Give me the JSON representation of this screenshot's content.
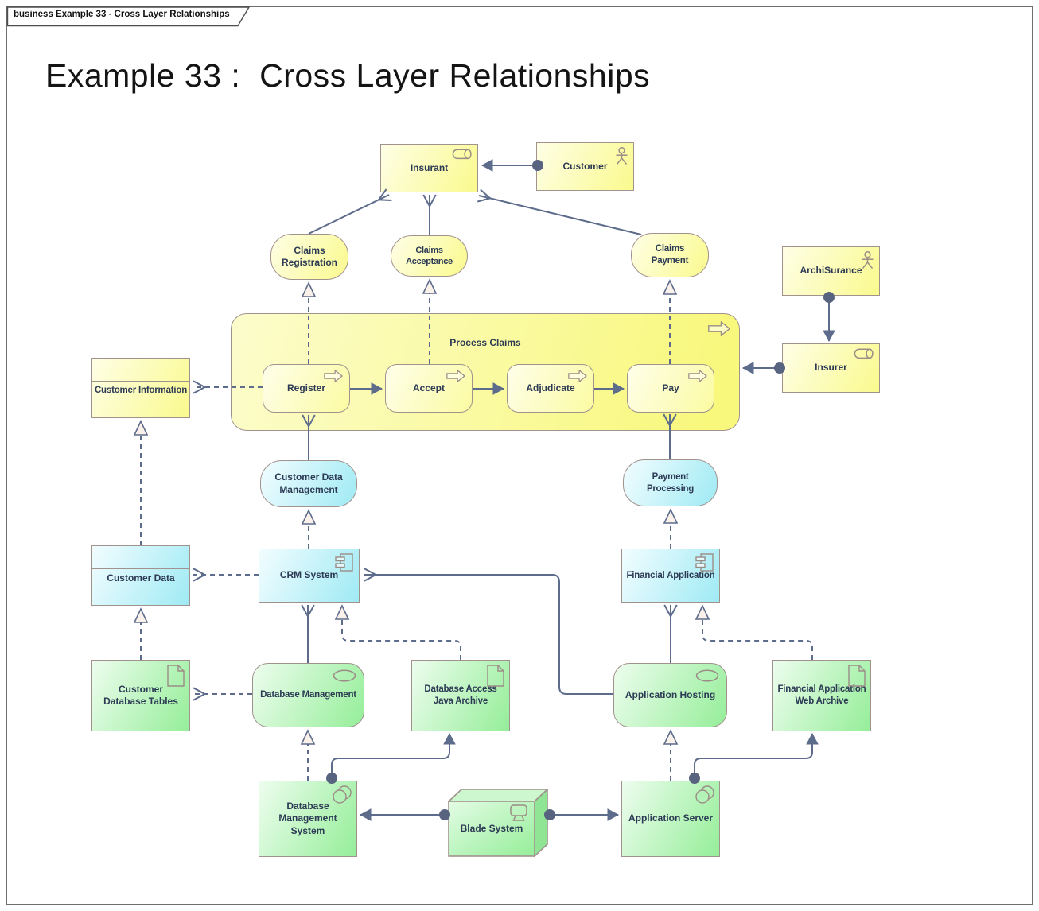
{
  "tab": {
    "label": "business Example 33 - Cross Layer Relationships"
  },
  "title": "Example 33 :  Cross Layer Relationships",
  "colors": {
    "business_fill": "#FAFA8E",
    "application_fill": "#9FEAF4",
    "technology_fill": "#95EE99",
    "node_border": "#A2928E",
    "connector": "#5E6C8C",
    "label_text": "#2C3A54",
    "realization_arrow_fill": "#FAF1EA"
  },
  "nodes": {
    "insurant": {
      "label": "Insurant",
      "type": "business-role"
    },
    "customer": {
      "label": "Customer",
      "type": "business-actor"
    },
    "claims_registration": {
      "label": "Claims Registration",
      "type": "business-service"
    },
    "claims_acceptance": {
      "label": "Claims Acceptance",
      "type": "business-service"
    },
    "claims_payment": {
      "label": "Claims Payment",
      "type": "business-service"
    },
    "archisurance": {
      "label": "ArchiSurance",
      "type": "business-actor"
    },
    "insurer": {
      "label": "Insurer",
      "type": "business-role"
    },
    "process_claims": {
      "label": "Process Claims",
      "type": "business-process"
    },
    "register": {
      "label": "Register",
      "type": "business-process"
    },
    "accept": {
      "label": "Accept",
      "type": "business-process"
    },
    "adjudicate": {
      "label": "Adjudicate",
      "type": "business-process"
    },
    "pay": {
      "label": "Pay",
      "type": "business-process"
    },
    "customer_information": {
      "label": "Customer Information",
      "type": "business-object"
    },
    "customer_data_management": {
      "label": "Customer Data Management",
      "type": "application-service"
    },
    "payment_processing": {
      "label": "Payment Processing",
      "type": "application-service"
    },
    "customer_data": {
      "label": "Customer Data",
      "type": "data-object"
    },
    "crm_system": {
      "label": "CRM System",
      "type": "application-component"
    },
    "financial_application": {
      "label": "Financial Application",
      "type": "application-component"
    },
    "customer_database_tables": {
      "label": "Customer Database Tables",
      "type": "artifact"
    },
    "database_management": {
      "label": "Database Management",
      "type": "technology-service"
    },
    "database_access_java_archive": {
      "label": "Database Access Java Archive",
      "type": "artifact"
    },
    "application_hosting": {
      "label": "Application Hosting",
      "type": "technology-service"
    },
    "financial_application_web_archive": {
      "label": "Financial Application Web Archive",
      "type": "artifact"
    },
    "database_management_system": {
      "label": "Database Management System",
      "type": "system-software"
    },
    "blade_system": {
      "label": "Blade System",
      "type": "node"
    },
    "application_server": {
      "label": "Application Server",
      "type": "system-software"
    }
  },
  "relationships": [
    {
      "from": "customer",
      "to": "insurant",
      "type": "assignment"
    },
    {
      "from": "claims_registration",
      "to": "insurant",
      "type": "serving"
    },
    {
      "from": "claims_acceptance",
      "to": "insurant",
      "type": "serving"
    },
    {
      "from": "claims_payment",
      "to": "insurant",
      "type": "serving"
    },
    {
      "from": "register",
      "to": "claims_registration",
      "type": "realization"
    },
    {
      "from": "accept",
      "to": "claims_acceptance",
      "type": "realization"
    },
    {
      "from": "pay",
      "to": "claims_payment",
      "type": "realization"
    },
    {
      "from": "register",
      "to": "accept",
      "type": "flow"
    },
    {
      "from": "accept",
      "to": "adjudicate",
      "type": "flow"
    },
    {
      "from": "adjudicate",
      "to": "pay",
      "type": "flow"
    },
    {
      "from": "archisurance",
      "to": "insurer",
      "type": "assignment"
    },
    {
      "from": "insurer",
      "to": "process_claims",
      "type": "assignment"
    },
    {
      "from": "register",
      "to": "customer_information",
      "type": "access"
    },
    {
      "from": "customer_data_management",
      "to": "register",
      "type": "serving"
    },
    {
      "from": "payment_processing",
      "to": "pay",
      "type": "serving"
    },
    {
      "from": "crm_system",
      "to": "customer_data_management",
      "type": "realization"
    },
    {
      "from": "financial_application",
      "to": "payment_processing",
      "type": "realization"
    },
    {
      "from": "crm_system",
      "to": "customer_data",
      "type": "access"
    },
    {
      "from": "customer_data",
      "to": "customer_information",
      "type": "realization"
    },
    {
      "from": "customer_database_tables",
      "to": "customer_data",
      "type": "realization"
    },
    {
      "from": "database_management",
      "to": "customer_database_tables",
      "type": "access"
    },
    {
      "from": "database_management",
      "to": "crm_system",
      "type": "serving"
    },
    {
      "from": "database_access_java_archive",
      "to": "crm_system",
      "type": "realization"
    },
    {
      "from": "application_hosting",
      "to": "crm_system",
      "type": "serving"
    },
    {
      "from": "application_hosting",
      "to": "financial_application",
      "type": "serving"
    },
    {
      "from": "financial_application_web_archive",
      "to": "financial_application",
      "type": "realization"
    },
    {
      "from": "database_management_system",
      "to": "database_management",
      "type": "realization"
    },
    {
      "from": "application_server",
      "to": "application_hosting",
      "type": "realization"
    },
    {
      "from": "database_management_system",
      "to": "database_access_java_archive",
      "type": "assignment"
    },
    {
      "from": "application_server",
      "to": "financial_application_web_archive",
      "type": "assignment"
    },
    {
      "from": "blade_system",
      "to": "database_management_system",
      "type": "assignment"
    },
    {
      "from": "blade_system",
      "to": "application_server",
      "type": "assignment"
    }
  ]
}
